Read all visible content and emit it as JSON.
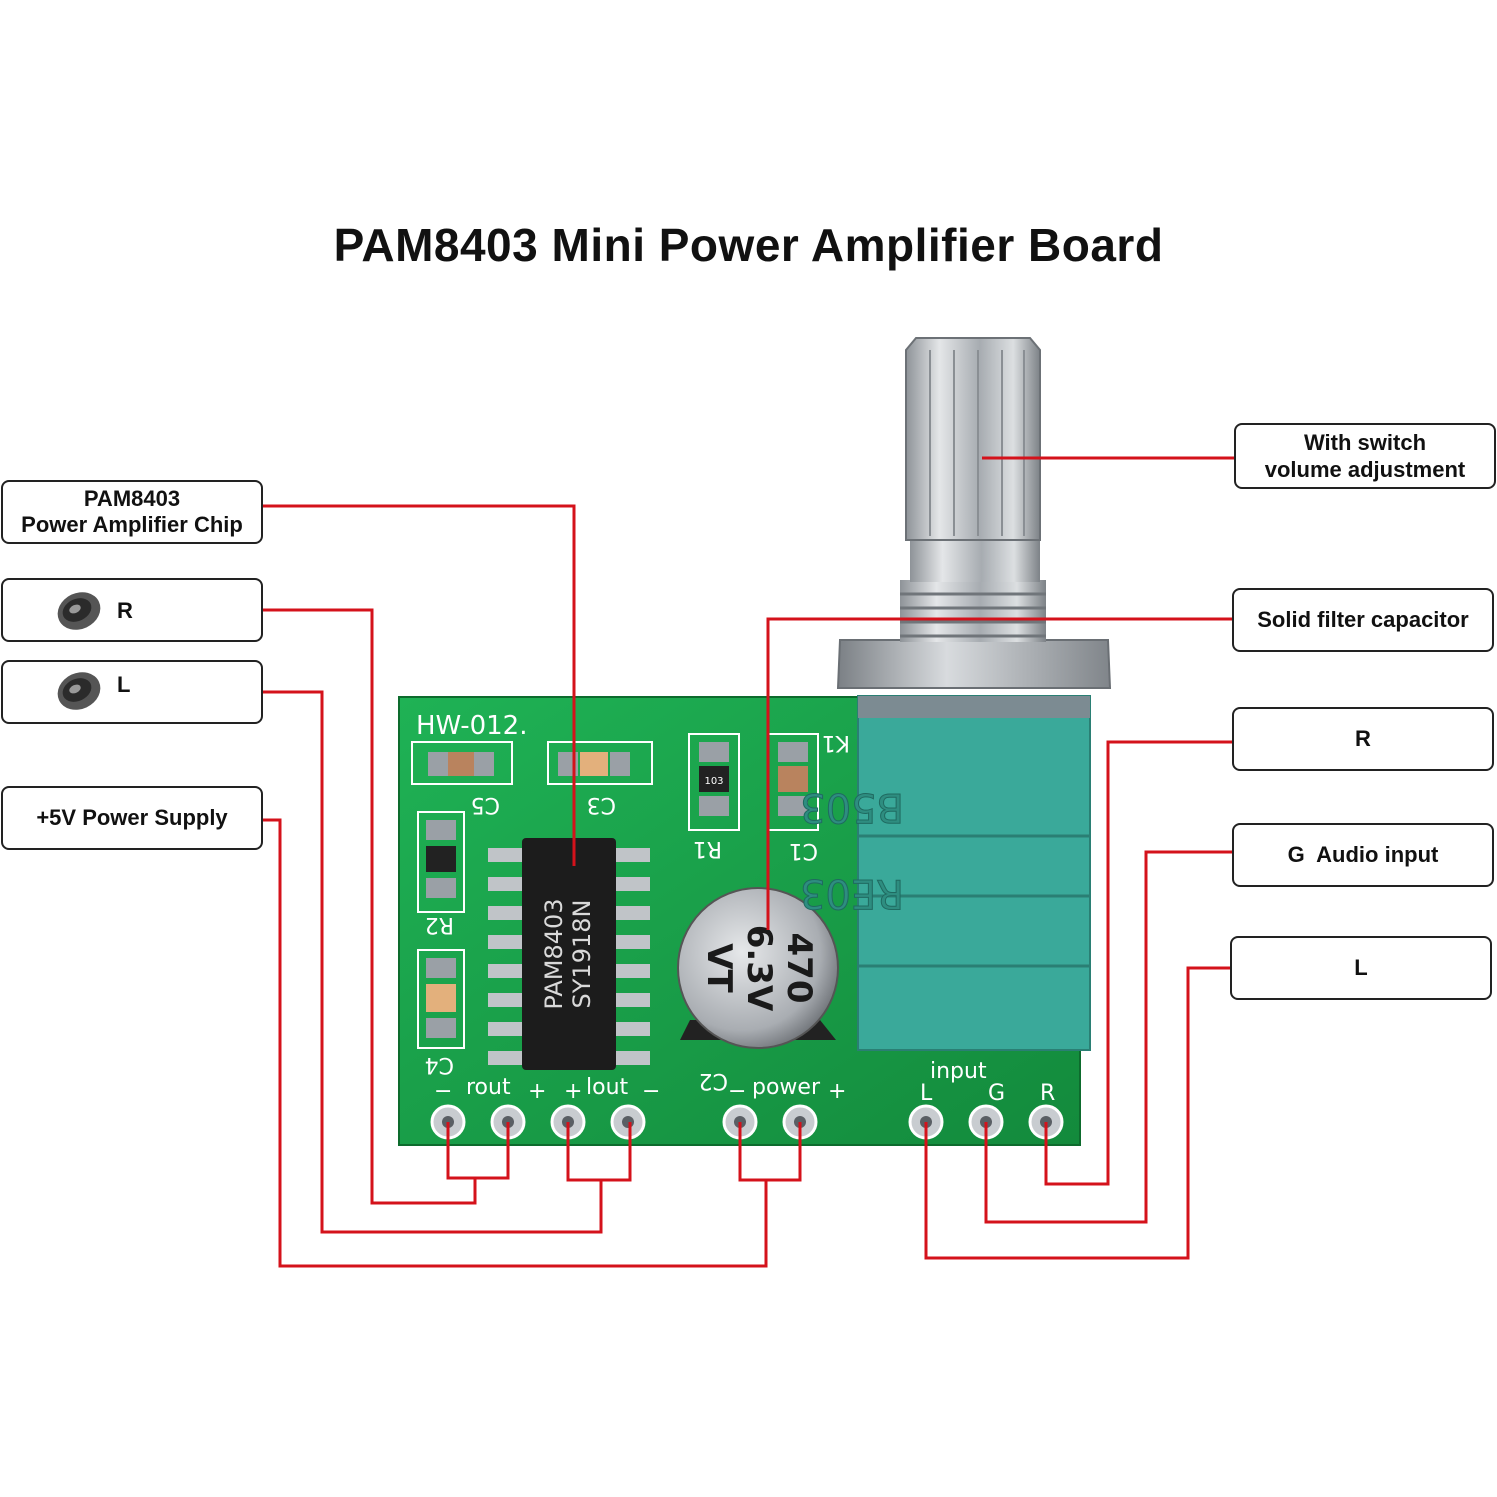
{
  "title": "PAM8403 Mini Power Amplifier Board",
  "colors": {
    "leader": "#d4121b",
    "pcb": "#16a34a",
    "pcb_dark": "#0f7a33",
    "pot_body": "#3aa99a",
    "metal": "#b8bcc0"
  },
  "callouts": {
    "chip": {
      "line1": "PAM8403",
      "line2": "Power Amplifier Chip"
    },
    "speaker_r": {
      "label": "R",
      "icon": "speaker-icon"
    },
    "speaker_l": {
      "label": "L",
      "icon": "speaker-icon"
    },
    "power": {
      "label": "+5V Power Supply"
    },
    "volume": {
      "line1": "With switch",
      "line2": "volume adjustment"
    },
    "capacitor": {
      "label": "Solid filter capacitor"
    },
    "input_r": {
      "label": "R"
    },
    "input_g": {
      "label": "G  Audio input"
    },
    "input_l": {
      "label": "L"
    }
  },
  "board": {
    "model": "HW-012.",
    "chip_text1": "PAM8403",
    "chip_text2": "SY1918N",
    "cap_text1": "470",
    "cap_text2": "6.3V",
    "cap_text3": "VT",
    "pot_text1": "B503",
    "pot_text2": "RE03",
    "resistor_code": "103",
    "silk": {
      "c5": "C5",
      "c3": "C3",
      "r1": "R1",
      "c1": "C1",
      "r2": "R2",
      "c4": "C4",
      "k1": "K1",
      "c2": "C2",
      "rout": "rout",
      "lout": "lout",
      "power": "power",
      "input": "input",
      "minus": "−",
      "plus": "+",
      "pin_l": "L",
      "pin_g": "G",
      "pin_r": "R"
    }
  }
}
